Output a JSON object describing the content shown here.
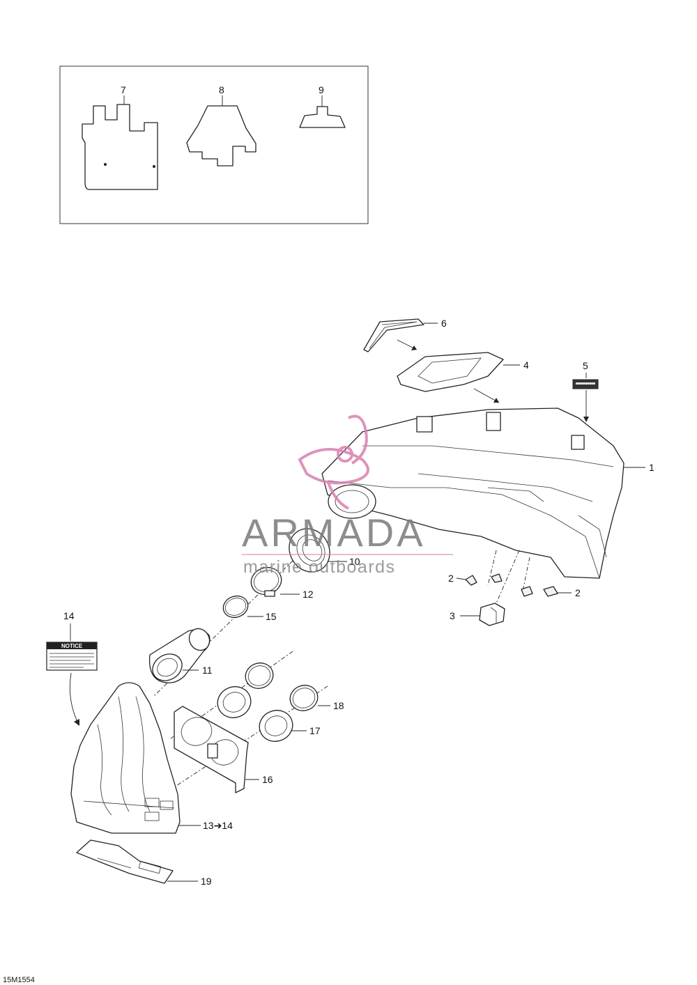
{
  "callouts": {
    "c1": "1",
    "c2a": "2",
    "c2b": "2",
    "c3": "3",
    "c4": "4",
    "c5": "5",
    "c6": "6",
    "c7": "7",
    "c8": "8",
    "c9": "9",
    "c10": "10",
    "c11": "11",
    "c12": "12",
    "c13": "13➔14",
    "c14": "14",
    "c15": "15",
    "c16": "16",
    "c17": "17",
    "c18": "18",
    "c19": "19"
  },
  "notice_label": {
    "heading": "NOTICE"
  },
  "watermark": {
    "brand": "ARMADA",
    "tagline": "marine outboards",
    "accent_color": "#d97fb0"
  },
  "reference_code": "15M1554",
  "colors": {
    "line": "#222222",
    "background": "#ffffff"
  }
}
